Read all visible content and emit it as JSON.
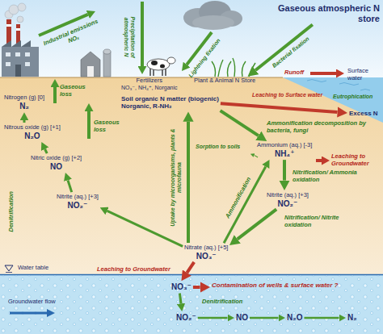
{
  "diagram": {
    "nodes": [
      {
        "text": [
          "Gaseous atmospheric N store"
        ]
      },
      {
        "text": [
          "Fertilizers",
          "NO₃⁻, NH₄⁺, Norganic"
        ]
      },
      {
        "text": [
          "Plant & Animal N Store"
        ]
      },
      {
        "text": [
          "Excess N"
        ]
      },
      {
        "text": [
          "Soil organic N matter (biogenic)",
          "Norganic, R-NH₂"
        ]
      },
      {
        "text": [
          "Nitrogen (g) [0]",
          "N₂"
        ]
      },
      {
        "text": [
          "Nitrous oxide (g) [+1]",
          "N₂O"
        ]
      },
      {
        "text": [
          "Ammonium (aq.) [-3]",
          "NH₄⁺"
        ]
      },
      {
        "text": [
          "Nitric oxide (g) [+2]",
          "NO"
        ]
      },
      {
        "text": [
          "Nitrite (aq.) [+3]",
          "NO₂⁻"
        ]
      },
      {
        "text": [
          "Nitrite (aq.) [+3]",
          "NO₂⁻"
        ]
      },
      {
        "text": [
          "Nitrate (aq.) [+5]",
          "NO₃⁻"
        ]
      },
      {
        "text": [
          "NO₃⁻"
        ]
      },
      {
        "text": [
          "Contamination of wells & surface water ?"
        ]
      },
      {
        "text": [
          "NO₂⁻"
        ]
      },
      {
        "text": [
          "NO"
        ]
      },
      {
        "text": [
          "N₂O"
        ]
      },
      {
        "text": [
          "N₂"
        ]
      }
    ],
    "edges": [
      {
        "from": 0,
        "to": 2,
        "arrow": "to",
        "label": "Bacterial fixation"
      },
      {
        "from": 4,
        "to": 3,
        "arrow": "to",
        "label": "Leaching to Surface water"
      },
      {
        "from": 4,
        "to": 7,
        "arrow": "to",
        "label": "Ammonification decomposition by bacteria, fungi"
      },
      {
        "from": 7,
        "to": 10,
        "arrow": "to",
        "label": "Nitrification/ Ammonia oxidation"
      },
      {
        "from": 10,
        "to": 11,
        "arrow": "to",
        "label": "Nitrification/ Nitrite oxidation"
      },
      {
        "from": 11,
        "to": 7,
        "arrow": "to",
        "label": "Ammonification"
      },
      {
        "from": 11,
        "to": 4,
        "arrow": "to",
        "label": "Uptake by microorganisms, plants & microfauna"
      },
      {
        "from": 11,
        "to": 9,
        "arrow": "to"
      },
      {
        "from": 9,
        "to": 8,
        "arrow": "to"
      },
      {
        "from": 8,
        "to": 6,
        "arrow": "to"
      },
      {
        "from": 6,
        "to": 5,
        "arrow": "to"
      },
      {
        "from": 11,
        "to": 12,
        "arrow": "to",
        "label": "Leaching to Groundwater"
      },
      {
        "from": 12,
        "to": 13,
        "arrow": "to"
      },
      {
        "from": 12,
        "to": 14,
        "arrow": "to"
      },
      {
        "from": 14,
        "to": 15,
        "arrow": "to"
      },
      {
        "from": 15,
        "to": 16,
        "arrow": "to"
      },
      {
        "from": 16,
        "to": 17,
        "arrow": "to"
      }
    ],
    "labels": [
      "Industrial emissions NOₓ",
      "Precipitation of atmospheric N",
      "Lightning fixation",
      "Runoff",
      "Surface water",
      "Eutrophication",
      "Gaseous loss",
      "Gaseous loss",
      "Sorption to soils",
      "Leaching to Groundwater",
      "Denitrification",
      "Water table",
      "Groundwater flow",
      "Denitrification"
    ]
  }
}
